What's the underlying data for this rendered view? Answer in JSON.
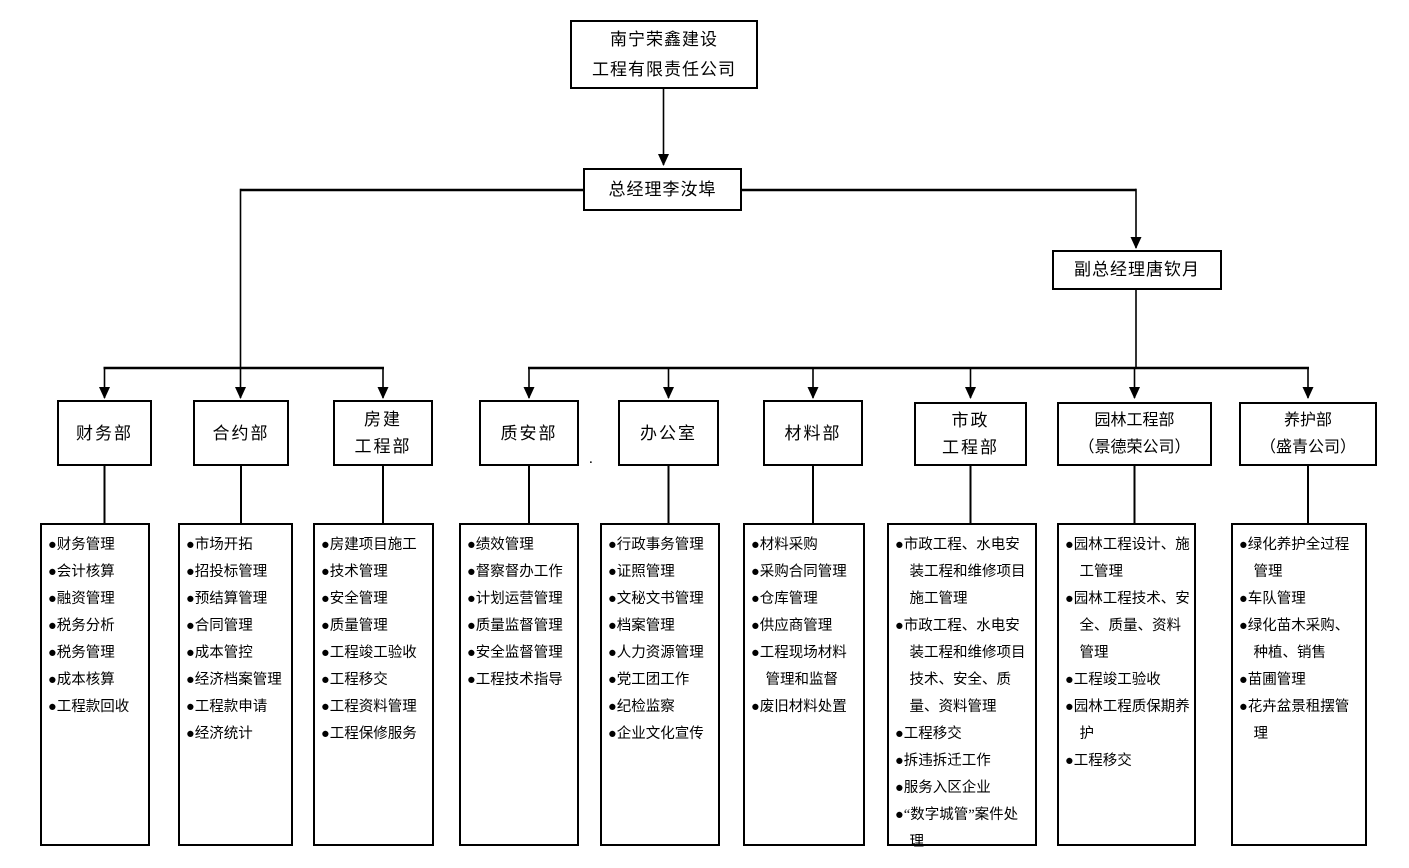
{
  "company": {
    "name_line1": "南宁荣鑫建设",
    "name_line2": "工程有限责任公司"
  },
  "general_manager": {
    "label": "总经理李汝埠"
  },
  "deputy_general_manager": {
    "label": "副总经理唐钦月"
  },
  "bullet_glyph": "●",
  "departments": [
    {
      "name_lines": [
        "财务部"
      ],
      "duties": [
        "财务管理",
        "会计核算",
        "融资管理",
        "税务分析",
        "税务管理",
        "成本核算",
        "工程款回收"
      ]
    },
    {
      "name_lines": [
        "合约部"
      ],
      "duties": [
        "市场开拓",
        "招投标管理",
        "预结算管理",
        "合同管理",
        "成本管控",
        "经济档案管理",
        "工程款申请",
        "经济统计"
      ]
    },
    {
      "name_lines": [
        "房建",
        "工程部"
      ],
      "duties": [
        "房建项目施工",
        "技术管理",
        "安全管理",
        "质量管理",
        "工程竣工验收",
        "工程移交",
        "工程资料管理",
        "工程保修服务"
      ]
    },
    {
      "name_lines": [
        "质安部"
      ],
      "duties": [
        "绩效管理",
        "督察督办工作",
        "计划运营管理",
        "质量监督管理",
        "安全监督管理",
        "工程技术指导"
      ]
    },
    {
      "name_lines": [
        "办公室"
      ],
      "duties": [
        "行政事务管理",
        "证照管理",
        "文秘文书管理",
        "档案管理",
        "人力资源管理",
        "党工团工作",
        "纪检监察",
        "企业文化宣传"
      ]
    },
    {
      "name_lines": [
        "材料部"
      ],
      "duties": [
        "材料采购",
        "采购合同管理",
        "仓库管理",
        "供应商管理",
        "工程现场材料管理和监督",
        "废旧材料处置"
      ]
    },
    {
      "name_lines": [
        "市政",
        "工程部"
      ],
      "duties": [
        "市政工程、水电安装工程和维修项目施工管理",
        "市政工程、水电安装工程和维修项目技术、安全、质量、资料管理",
        "工程移交",
        "拆违拆迁工作",
        "服务入区企业",
        "“数字城管”案件处理"
      ]
    },
    {
      "name_lines": [
        "园林工程部",
        "（景德荣公司）"
      ],
      "duties": [
        "园林工程设计、施工管理",
        "园林工程技术、安全、质量、资料管理",
        "工程竣工验收",
        "园林工程质保期养护",
        "工程移交"
      ]
    },
    {
      "name_lines": [
        "养护部",
        "（盛青公司）"
      ],
      "duties": [
        "绿化养护全过程管理",
        "车队管理",
        "绿化苗木采购、种植、销售",
        "苗圃管理",
        "花卉盆景租摆管理"
      ]
    }
  ],
  "artifacts": {
    "stray_period": "."
  }
}
